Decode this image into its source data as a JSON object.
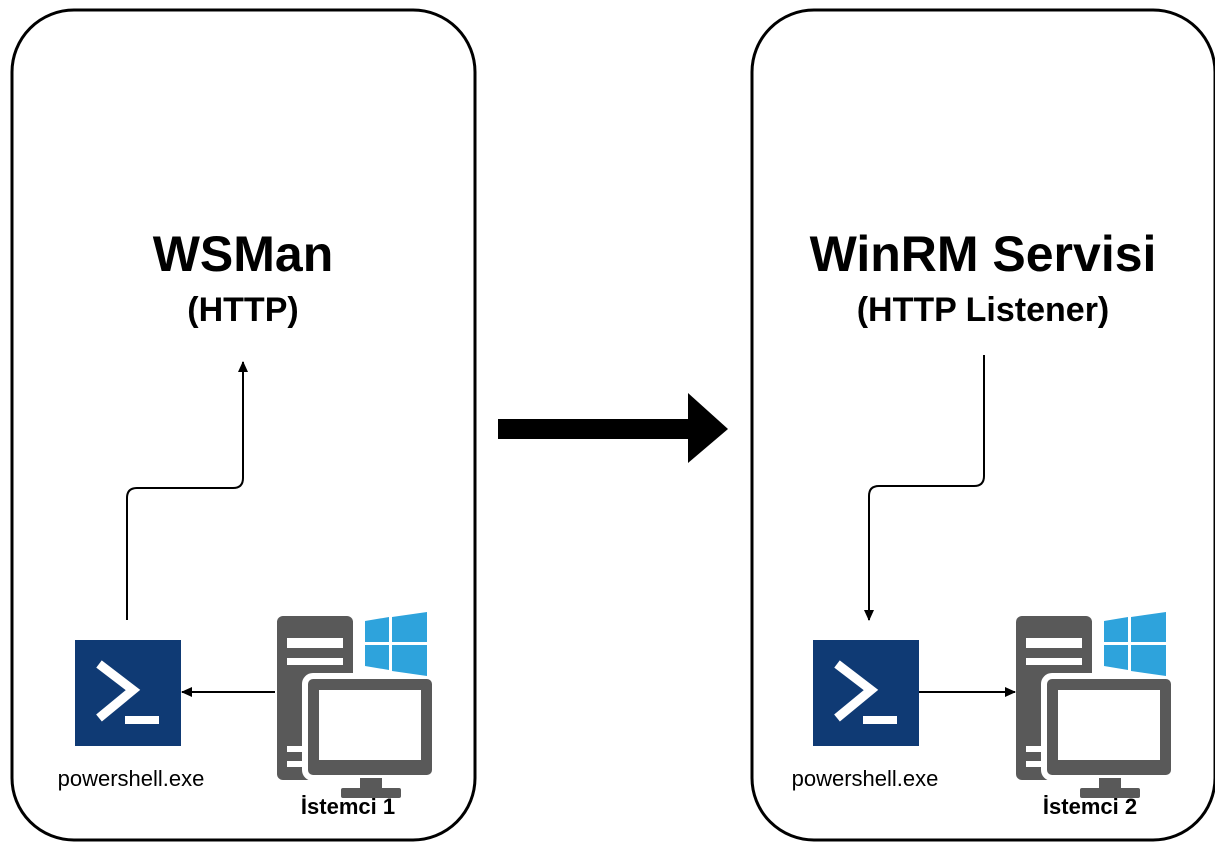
{
  "left_panel": {
    "title": "WSMan",
    "subtitle": "(HTTP)",
    "shell_label": "powershell.exe",
    "host_label": "İstemci 1"
  },
  "right_panel": {
    "title": "WinRM Servisi",
    "subtitle": "(HTTP Listener)",
    "shell_label": "powershell.exe",
    "host_label": "İstemci 2"
  },
  "icons": {
    "shell": "powershell-icon",
    "computer": "desktop-computer-icon",
    "os": "windows-logo-icon",
    "flow": "right-arrow-icon"
  },
  "colors": {
    "outline": "#000000",
    "powershell": "#0f3a74",
    "computer": "#595959",
    "windows": "#2ea3dc",
    "background": "#ffffff"
  }
}
